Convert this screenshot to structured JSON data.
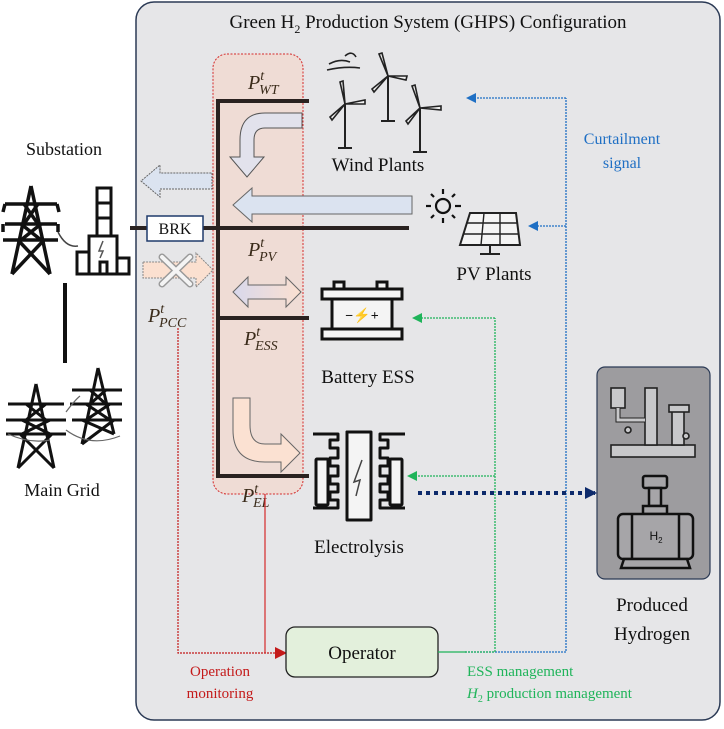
{
  "title": {
    "main": "Green H",
    "sub": "2",
    "rest": " Production  System (GHPS) Configuration"
  },
  "colors": {
    "panel_bg": "#e6e6e8",
    "panel_border": "#2b3a55",
    "bus_region": "#f0dcd6",
    "bus_region_border": "#d42a2a",
    "curtailment": "#1f6fc4",
    "ess_mgmt": "#1fb45a",
    "monitoring": "#c41a1a",
    "hydrogen_link": "#0d2a6b",
    "operator_bg": "#e3f0dc",
    "hydrogen_box": "#9d9c9f",
    "label_power": "#3a2b1a"
  },
  "left": {
    "substation_label": "Substation",
    "breaker_label": "BRK",
    "main_grid_label": "Main Grid",
    "pcc_power": {
      "base": "P",
      "sup": "t",
      "sub": "PCC"
    }
  },
  "powers": {
    "wt": {
      "base": "P",
      "sup": "t",
      "sub": "WT"
    },
    "pv": {
      "base": "P",
      "sup": "t",
      "sub": "PV"
    },
    "ess": {
      "base": "P",
      "sup": "t",
      "sub": "ESS"
    },
    "el": {
      "base": "P",
      "sup": "t",
      "sub": "EL"
    }
  },
  "components": {
    "wind": "Wind  Plants",
    "pv": "PV Plants",
    "battery": "Battery  ESS",
    "battery_glyph": "−⚡+",
    "electrolysis": "Electrolysis",
    "produced_1": "Produced",
    "produced_2": "Hydrogen",
    "tank_label": "H",
    "tank_sub": "2"
  },
  "signals": {
    "curtailment_1": "Curtailment",
    "curtailment_2": "signal",
    "operation_1": "Operation",
    "operation_2": "monitoring",
    "operator": "Operator",
    "ess_management": "ESS  management",
    "h2_prefix": "H",
    "h2_sub": "2",
    "h2_management": " production management"
  }
}
